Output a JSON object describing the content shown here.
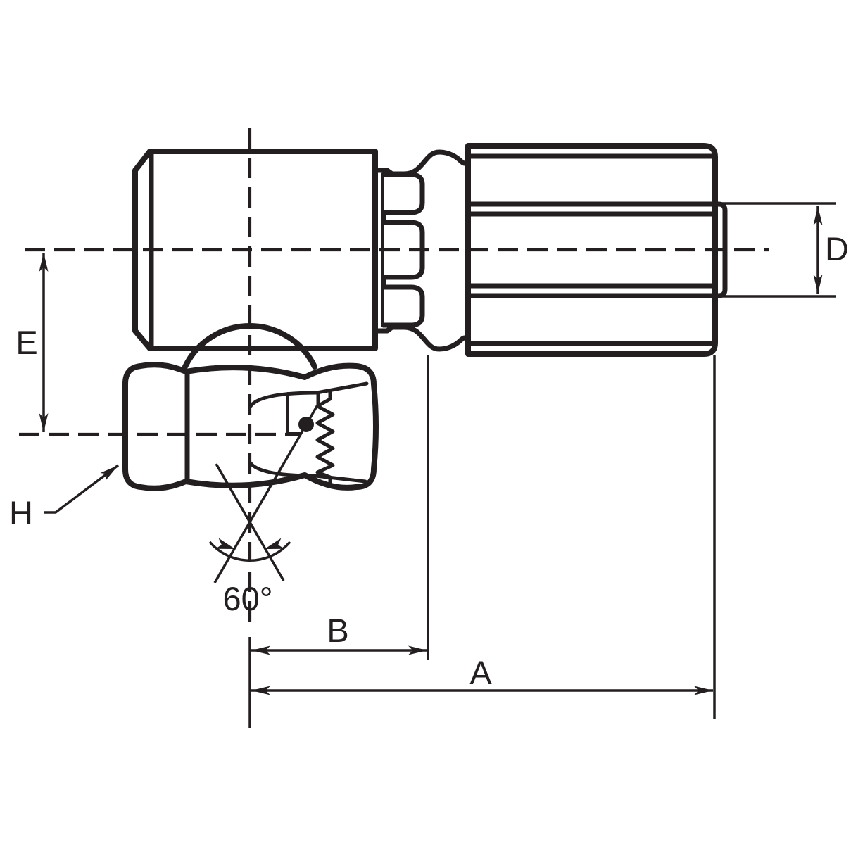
{
  "figure": {
    "background_color": "#ffffff",
    "line_color": "#231f20",
    "labels": {
      "dim_e": "E",
      "dim_h": "H",
      "dim_b": "B",
      "dim_a": "A",
      "dim_d": "D",
      "cone_angle": "60°"
    }
  }
}
